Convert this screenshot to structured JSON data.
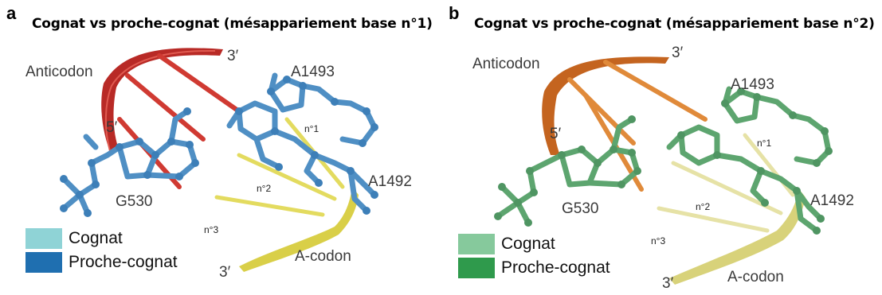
{
  "panel_a": {
    "letter": "a",
    "title": "Cognat vs proche-cognat (mésappariement base n°1)",
    "labels": {
      "anticodon": "Anticodon",
      "three_prime_top": "3′",
      "five_prime": "5′",
      "a1493": "A1493",
      "a1492": "A1492",
      "g530": "G530",
      "n1": "n°1",
      "n2": "n°2",
      "n3": "n°3",
      "three_prime_bottom": "3′",
      "a_codon": "A-codon"
    },
    "legend": [
      {
        "label": "Cognat",
        "color": "#8fd3d6"
      },
      {
        "label": "Proche-cognat",
        "color": "#1f6fb0"
      }
    ],
    "colors": {
      "anticodon": "#c4302b",
      "codon": "#e1d85a",
      "nucleotide": "#4f8fc4"
    }
  },
  "panel_b": {
    "letter": "b",
    "title": "Cognat vs proche-cognat (mésappariement base n°2)",
    "labels": {
      "anticodon": "Anticodon",
      "three_prime_top": "3′",
      "five_prime": "5′",
      "a1493": "A1493",
      "a1492": "A1492",
      "g530": "G530",
      "n1": "n°1",
      "n2": "n°2",
      "n3": "n°3",
      "three_prime_bottom": "3′",
      "a_codon": "A-codon"
    },
    "legend": [
      {
        "label": "Cognat",
        "color": "#86c99c"
      },
      {
        "label": "Proche-cognat",
        "color": "#2f9a4c"
      }
    ],
    "colors": {
      "anticodon": "#d9782a",
      "codon": "#e3de9a",
      "nucleotide": "#5da56f"
    }
  }
}
